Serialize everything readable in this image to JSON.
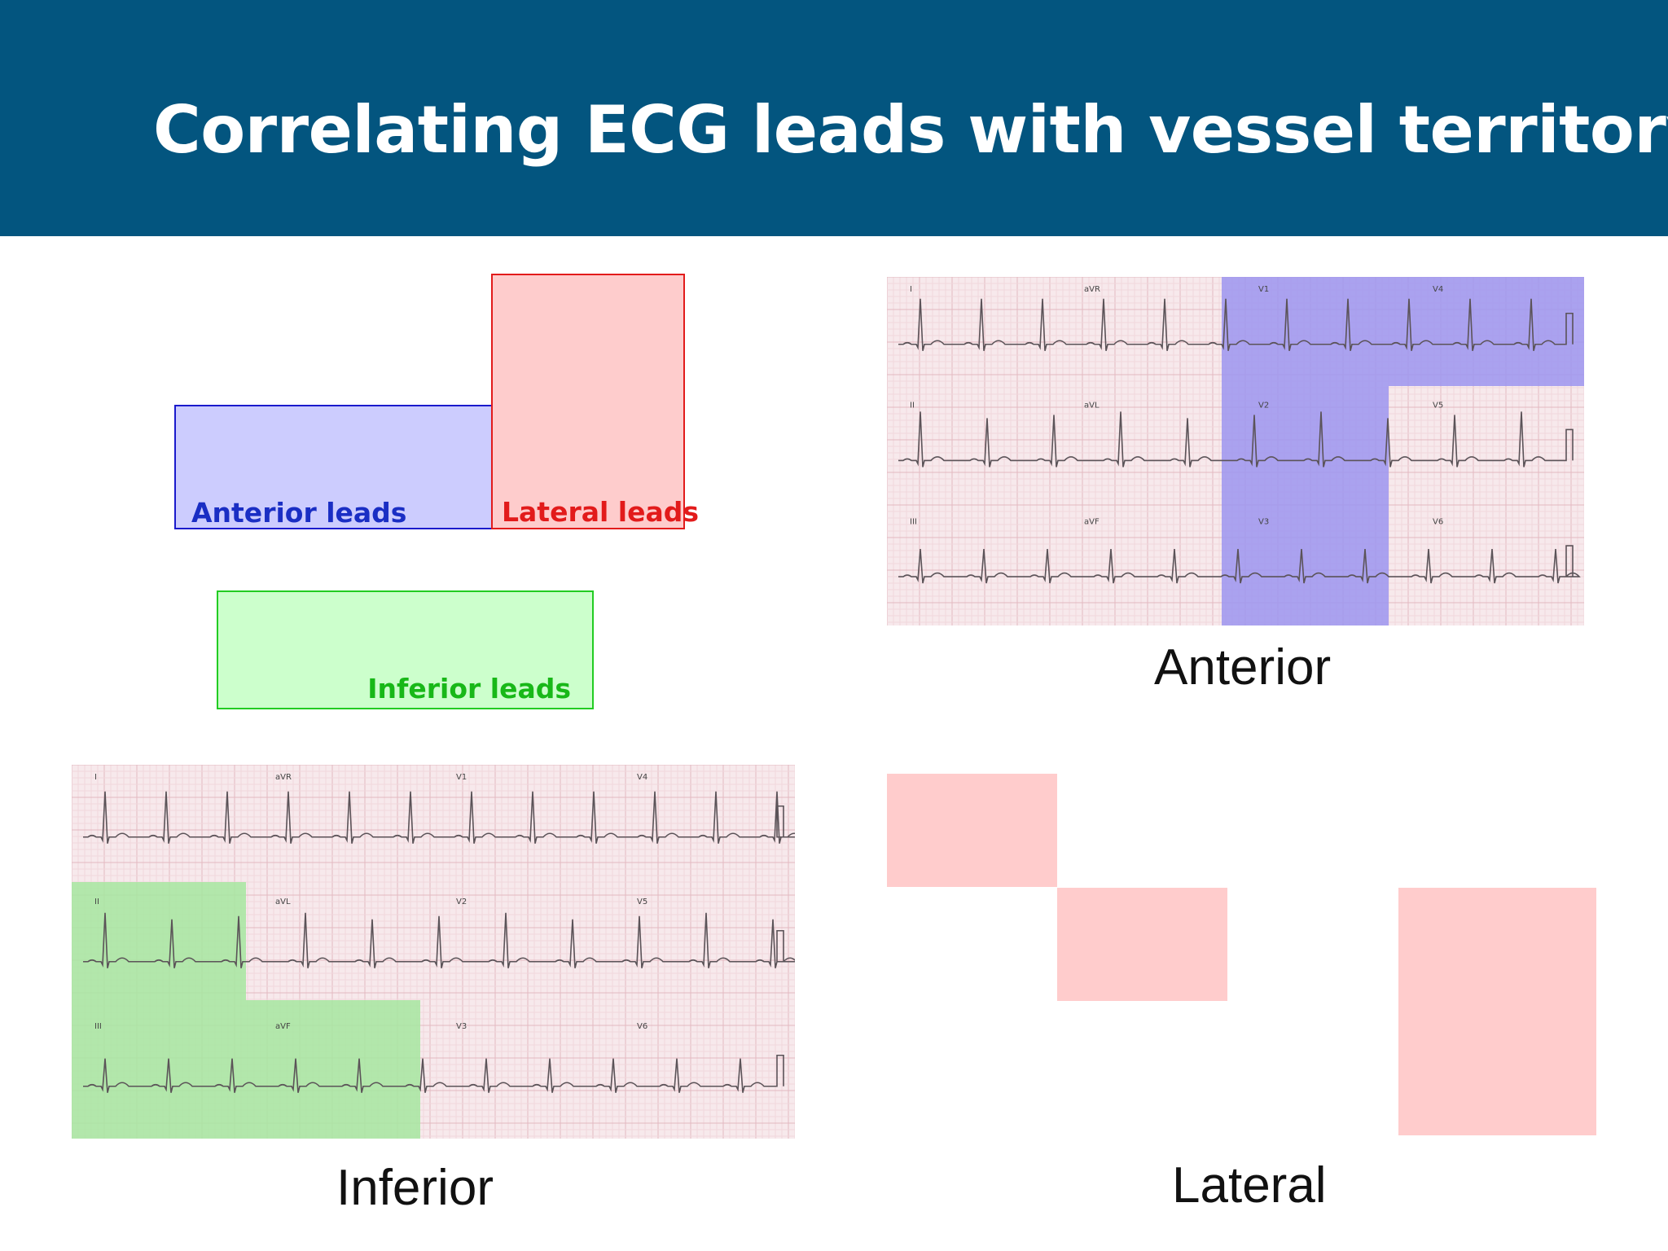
{
  "header": {
    "title": "Correlating ECG leads with vessel territory",
    "background_color": "#03557f"
  },
  "legend": {
    "anterior": {
      "label": "Anterior leads",
      "color": "#1a2ec4",
      "fill": "#ccccfe"
    },
    "lateral": {
      "label": "Lateral leads",
      "color": "#e21b1b",
      "fill": "#fecccc"
    },
    "inferior": {
      "label": "Inferior leads",
      "color": "#18b818",
      "fill": "#ccffcc"
    }
  },
  "ecg_panels": {
    "anterior": {
      "caption": "Anterior",
      "highlight_color": "#9c95f0",
      "lead_labels": [
        "I",
        "aVR",
        "V1",
        "V4",
        "II",
        "aVL",
        "V2",
        "V5",
        "III",
        "aVF",
        "V3",
        "V6"
      ]
    },
    "inferior": {
      "caption": "Inferior",
      "highlight_color": "#a6e6a0",
      "lead_labels": [
        "I",
        "aVR",
        "V1",
        "V4",
        "II",
        "aVL",
        "V2",
        "V5",
        "III",
        "aVF",
        "V3",
        "V6"
      ]
    },
    "lateral": {
      "caption": "Lateral",
      "block_color": "#ffcccc"
    }
  }
}
